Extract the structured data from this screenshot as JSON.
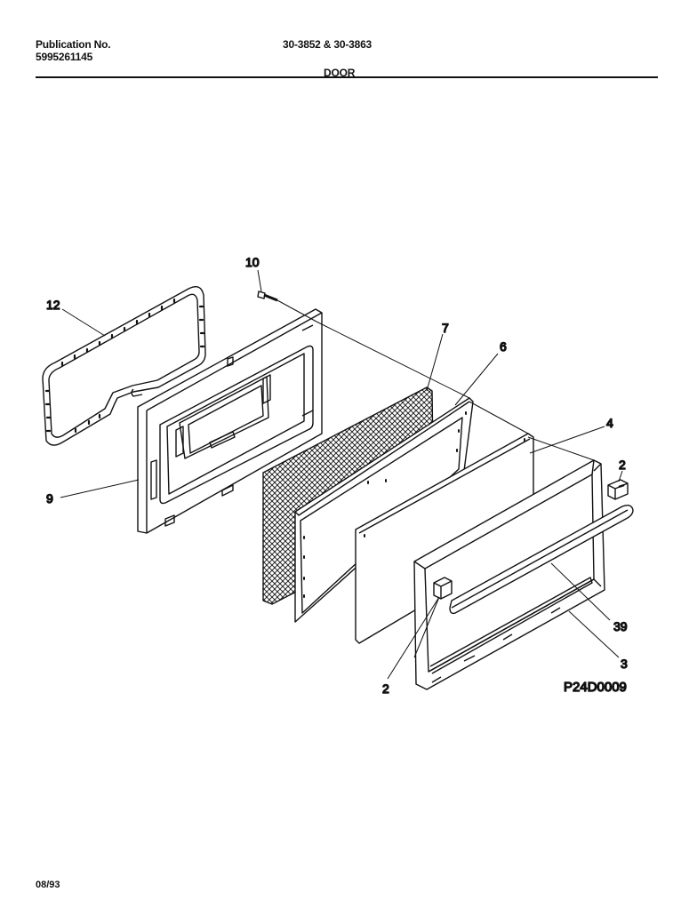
{
  "header": {
    "publication_label": "Publication No.",
    "publication_number": "5995261145",
    "models": "30-3852 & 30-3863",
    "section_title": "DOOR"
  },
  "diagram": {
    "drawing_code": "P24D0009",
    "callouts": [
      {
        "id": "callout-12",
        "text": "12"
      },
      {
        "id": "callout-10",
        "text": "10"
      },
      {
        "id": "callout-7",
        "text": "7"
      },
      {
        "id": "callout-6",
        "text": "6"
      },
      {
        "id": "callout-4",
        "text": "4"
      },
      {
        "id": "callout-2-right",
        "text": "2"
      },
      {
        "id": "callout-9",
        "text": "9"
      },
      {
        "id": "callout-39",
        "text": "39"
      },
      {
        "id": "callout-3",
        "text": "3"
      },
      {
        "id": "callout-2-bottom",
        "text": "2"
      }
    ]
  },
  "footer": {
    "date": "08/93"
  }
}
